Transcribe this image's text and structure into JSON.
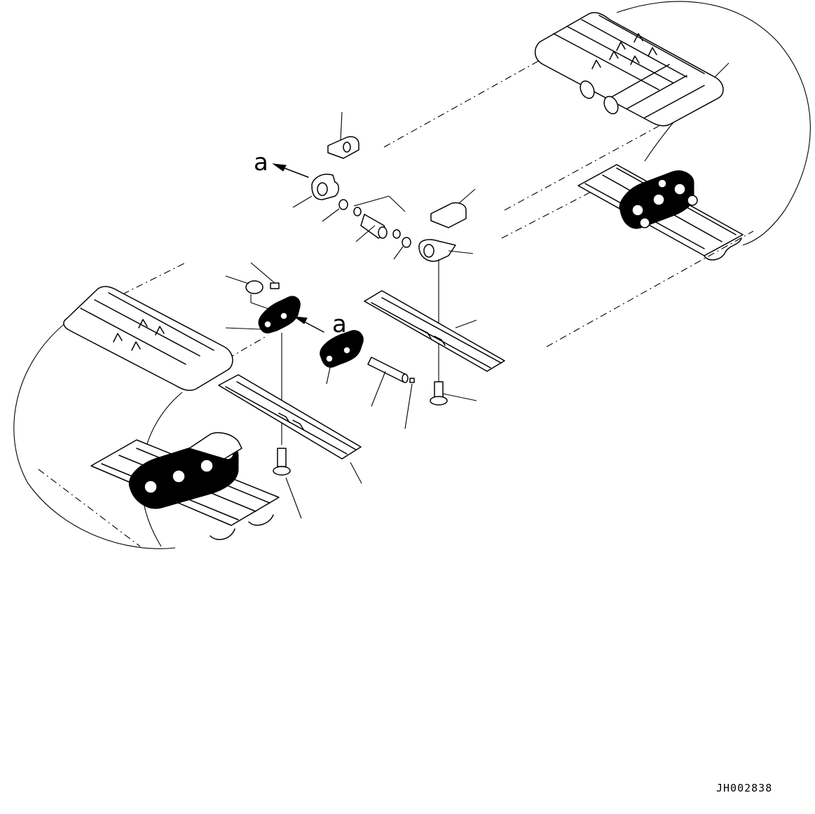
{
  "diagram": {
    "view_labels": [
      "a",
      "a"
    ],
    "drawing_code": "JH002838"
  }
}
